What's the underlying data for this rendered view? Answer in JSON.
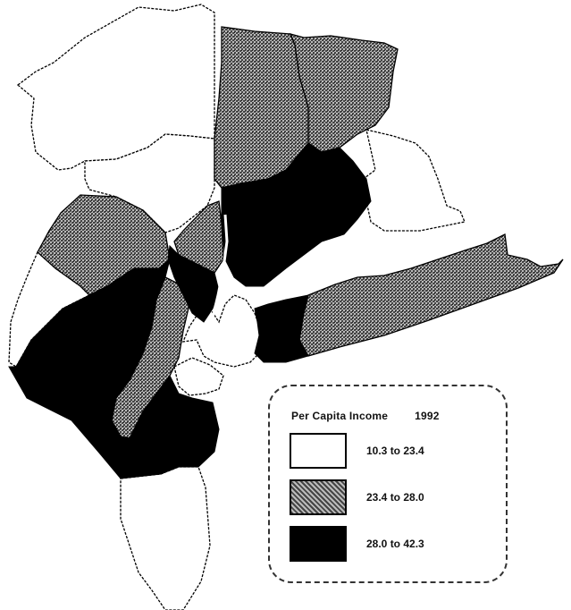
{
  "legend": {
    "title": "Per Capita Income",
    "year": "1992",
    "classes": [
      {
        "label": "10.3 to 23.4",
        "level": "low",
        "color": "#ffffff"
      },
      {
        "label": "23.4 to 28.0",
        "level": "mid",
        "color": "#777777"
      },
      {
        "label": "28.0 to 42.3",
        "level": "high",
        "color": "#000000"
      }
    ]
  },
  "colors": {
    "low": "#ffffff",
    "mid_pattern_dark": "#444444",
    "mid_pattern_light": "#bbbbbb",
    "high": "#000000",
    "boundary": "#000000"
  }
}
